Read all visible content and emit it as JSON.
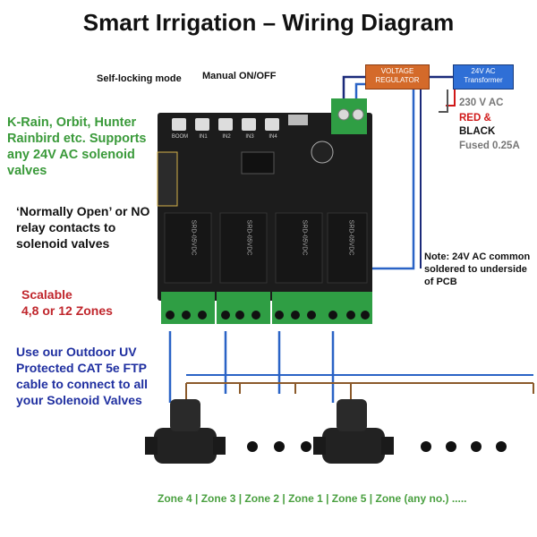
{
  "title": "Smart Irrigation – Wiring Diagram",
  "labels": {
    "self_locking": "Self-locking mode",
    "manual": "Manual ON/OFF"
  },
  "notes": {
    "green": "K-Rain, Orbit, Hunter Rainbird etc. Supports any 24V AC solenoid valves",
    "no_relay": "‘Normally Open’ or NO relay contacts to solenoid valves",
    "scalable_1": "Scalable",
    "scalable_2": "4,8 or 12 Zones",
    "cable": "Use our Outdoor UV Protected CAT 5e FTP cable to connect to all your Solenoid Valves",
    "common": "Note: 24V AC common soldered to underside of PCB"
  },
  "power": {
    "regulator_1": "VOLTAGE",
    "regulator_2": "REGULATOR",
    "transformer_1": "24V AC",
    "transformer_2": "Transformer",
    "mains": "230 V  AC",
    "red": "RED &",
    "black": "BLACK",
    "fuse": "Fused 0.25A"
  },
  "board": {
    "button_labels": [
      "BOOM",
      "IN1",
      "IN2",
      "IN3",
      "IN4"
    ],
    "relay_label": "SRD-05VDC"
  },
  "zones_caption": "Zone 4    |   Zone 3  |  Zone 2  |  Zone 1   |  Zone 5 | Zone (any no.) .....",
  "colors": {
    "pcb": "#1c1c1c",
    "terminal": "#2f9e44",
    "wire_blue": "#2a63c6",
    "wire_brown": "#8b5a2b",
    "wire_navy": "#1b2a7a",
    "title": "#111111"
  }
}
